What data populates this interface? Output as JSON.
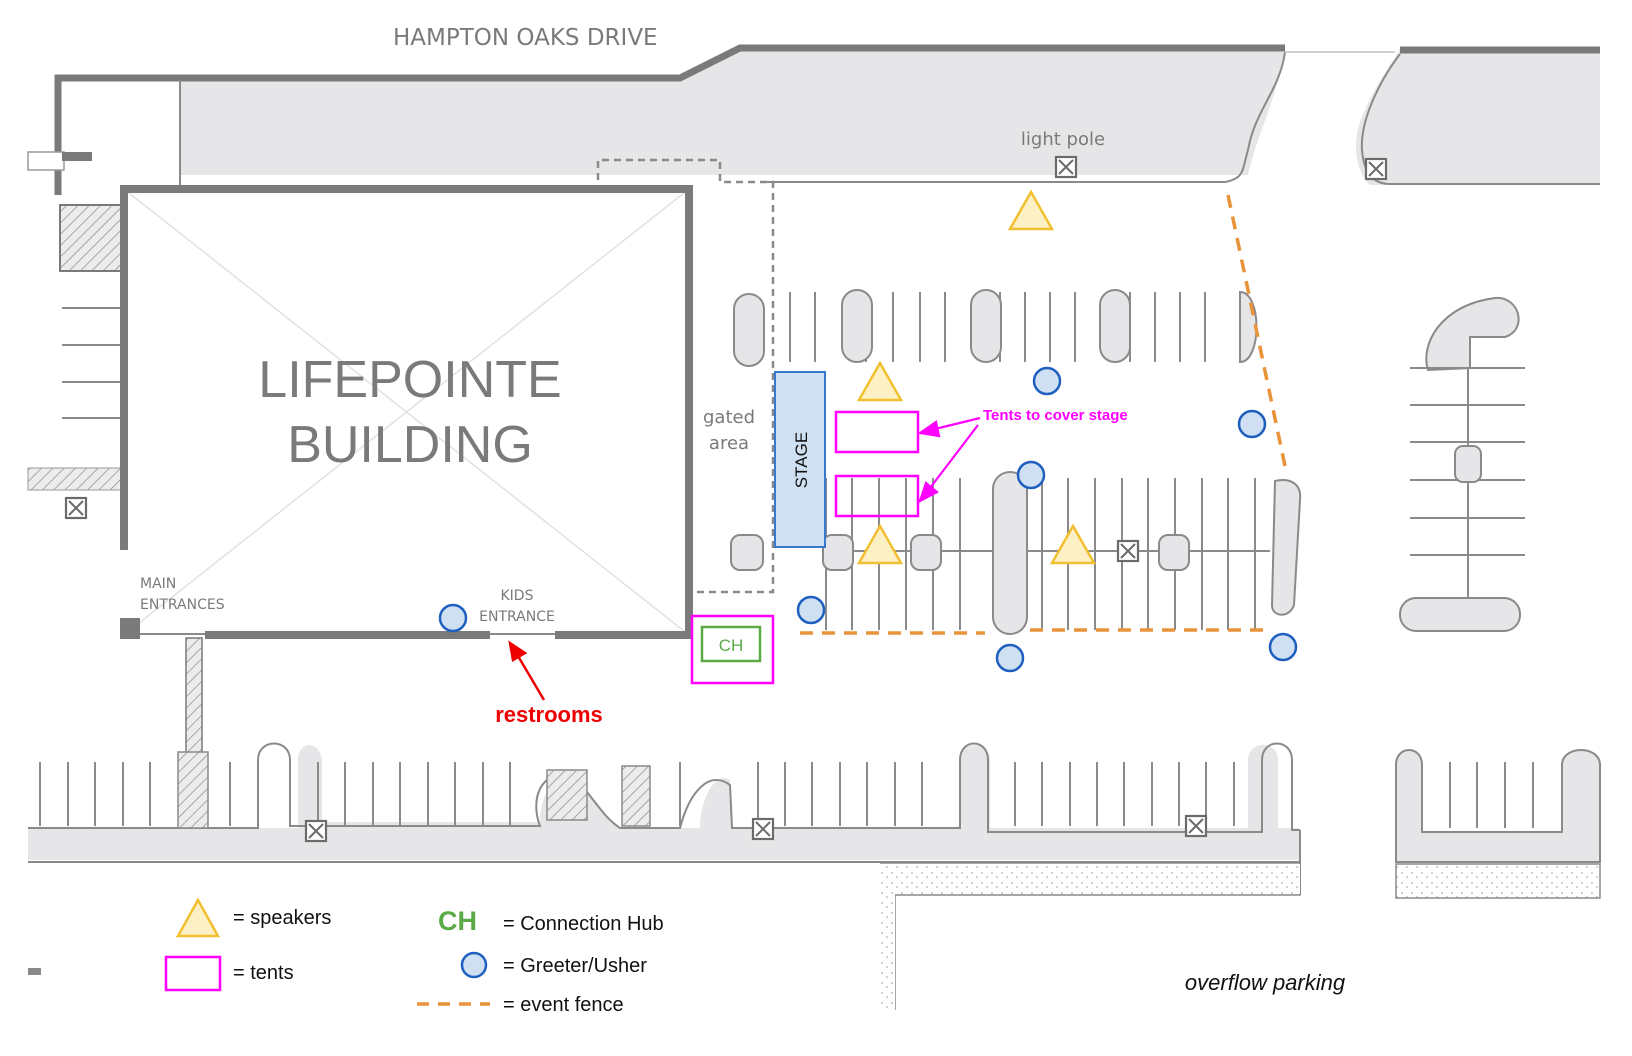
{
  "map": {
    "street_label": "HAMPTON OAKS DRIVE",
    "building_label_line1": "LIFEPOINTE",
    "building_label_line2": "BUILDING",
    "main_entrances_line1": "MAIN",
    "main_entrances_line2": "ENTRANCES",
    "kids_entrance_line1": "KIDS",
    "kids_entrance_line2": "ENTRANCE",
    "light_pole_label": "light pole",
    "gated_area_line1": "gated",
    "gated_area_line2": "area",
    "stage_label": "STAGE",
    "tents_annotation": "Tents to cover stage",
    "restrooms_label": "restrooms",
    "connection_hub_label": "CH",
    "overflow_parking_label": "overflow parking"
  },
  "legend": {
    "speakers": "= speakers",
    "tents": "= tents",
    "connection_hub_symbol": "CH",
    "connection_hub": "= Connection Hub",
    "greeter": "= Greeter/Usher",
    "event_fence": "= event fence"
  },
  "colors": {
    "pavement": "#e6e6e8",
    "wall": "#7a7a7a",
    "line": "#8a8a8a",
    "speaker_fill": "#fdf0c4",
    "speaker_stroke": "#f0c030",
    "tent": "#ff00ff",
    "greeter_fill": "#cfe0f3",
    "greeter_stroke": "#1f5fbf",
    "hub": "#5aaa46",
    "fence": "#e8923a",
    "stage_fill": "#cfe0f3",
    "stage_stroke": "#3a78d0",
    "restroom_arrow": "#ee0000"
  },
  "icons": {
    "light_pole": "light-pole-icon",
    "speaker": "triangle-icon",
    "greeter": "circle-icon"
  }
}
